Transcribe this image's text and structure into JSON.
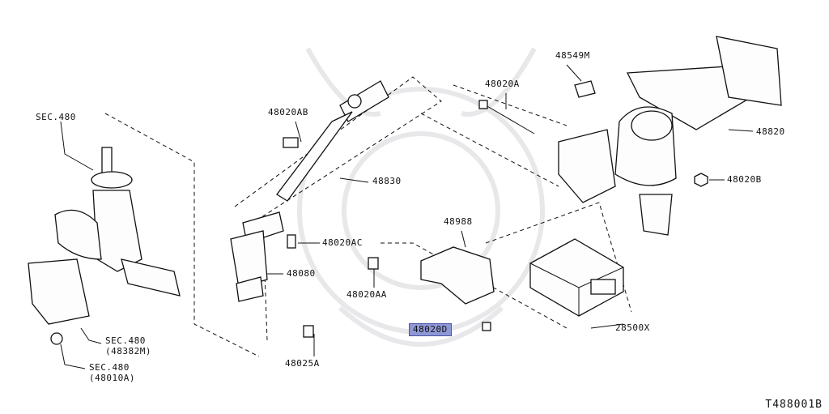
{
  "labels": {
    "sec480_top": "SEC.480",
    "p48020AB": "48020AB",
    "p48830": "48830",
    "p48020A": "48020A",
    "p48549M": "48549M",
    "p48820": "48820",
    "p48020B": "48020B",
    "p48020AC": "48020AC",
    "p48988": "48988",
    "p48080": "48080",
    "p48020AA": "48020AA",
    "p48020D": "48020D",
    "p28500X": "28500X",
    "p48025A": "48025A",
    "sec480_a": "SEC.480",
    "sec480_a_sub": "(48382M)",
    "sec480_b": "SEC.480",
    "sec480_b_sub": "(48010A)"
  },
  "diagram_code": "T488001B",
  "highlight_color": "#8f98d6"
}
